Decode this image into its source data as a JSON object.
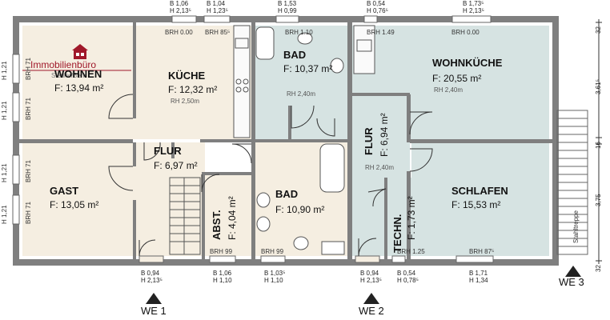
{
  "brand": {
    "logo_text": "Immobilienbüro",
    "logo_sub": "Siedler/Berk"
  },
  "rooms": {
    "wohnen": {
      "name": "WOHNEN",
      "area": "F: 13,94 m²"
    },
    "kueche": {
      "name": "KÜCHE",
      "area": "F: 12,32 m²",
      "rh": "RH 2,50m"
    },
    "bad1": {
      "name": "BAD",
      "area": "F: 10,37 m²",
      "rh": "RH 2,40m"
    },
    "wohnkueche": {
      "name": "WOHNKÜCHE",
      "area": "F: 20,55 m²",
      "rh": "RH 2,40m"
    },
    "gast": {
      "name": "GAST",
      "area": "F: 13,05 m²"
    },
    "flur1": {
      "name": "FLUR",
      "area": "F: 6,97 m²"
    },
    "abst": {
      "name": "ABST.",
      "area": "F: 4,04 m²"
    },
    "bad2": {
      "name": "BAD",
      "area": "F: 10,90 m²"
    },
    "flur2": {
      "name": "FLUR",
      "area": "F: 6,94 m²",
      "rh": "RH 2,40m"
    },
    "techn": {
      "name": "TECHN.",
      "area": "F: 1,73 m²"
    },
    "schlafen": {
      "name": "SCHLAFEN",
      "area": "F: 15,53 m²"
    }
  },
  "brh_labels": {
    "k1": "BRH 0.00",
    "k2": "BRH 85⁵",
    "b1": "BRH 1.10",
    "w1": "BRH 1.49",
    "w2": "BRH 0.00",
    "abst": "BRH 99",
    "bad2": "BRH 99",
    "techn": "BRH 1.25",
    "schl": "BRH 87⁵"
  },
  "left_side": [
    "BRH 71",
    "H 1,21",
    "BRH 71",
    "H 1,21",
    "BRH 71",
    "H 1,21",
    "BRH 71",
    "H 1,21"
  ],
  "top_dims": [
    {
      "b": "B 1,06",
      "h": "H 2,13⁵"
    },
    {
      "b": "B 1,04",
      "h": "H 1,23⁵"
    },
    {
      "b": "B 1,53",
      "h": "H 0,99"
    },
    {
      "b": "B 0,54",
      "h": "H 0,76⁵"
    },
    {
      "b": "B 1,73⁵",
      "h": "H 2,13⁵"
    }
  ],
  "bottom_dims": [
    {
      "b": "B 0,94",
      "h": "H 2,13⁵"
    },
    {
      "b": "B 1,06",
      "h": "H 1,10"
    },
    {
      "b": "B 1,03⁵",
      "h": "H 1,10"
    },
    {
      "b": "B 0,94",
      "h": "H 2,13⁵"
    },
    {
      "b": "B 0,54",
      "h": "H 0,78⁵"
    },
    {
      "b": "B 1,71",
      "h": "H 1,34"
    }
  ],
  "right_dims": [
    "32",
    "3,61⁵",
    "16",
    "3,75",
    "32"
  ],
  "stair_label": "Stahltreppe",
  "entrances": {
    "we1": "WE 1",
    "we2": "WE 2",
    "we3": "WE 3"
  },
  "colors": {
    "warm_room": "#f5eee1",
    "cool_room": "#d6e3e2",
    "wall": "#7f7f7f",
    "logo": "#a0182a"
  }
}
